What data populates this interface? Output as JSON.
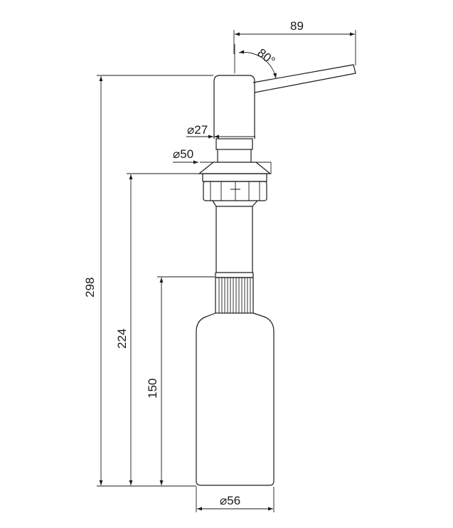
{
  "dimensions": {
    "spout_reach": "89",
    "spout_angle": "80°",
    "head_diameter": "⌀27",
    "flange_diameter": "⌀50",
    "total_height": "298",
    "height_from_flange": "224",
    "bottle_height": "150",
    "bottle_diameter": "⌀56"
  },
  "colors": {
    "line": "#1a1a1a",
    "background": "#ffffff"
  }
}
